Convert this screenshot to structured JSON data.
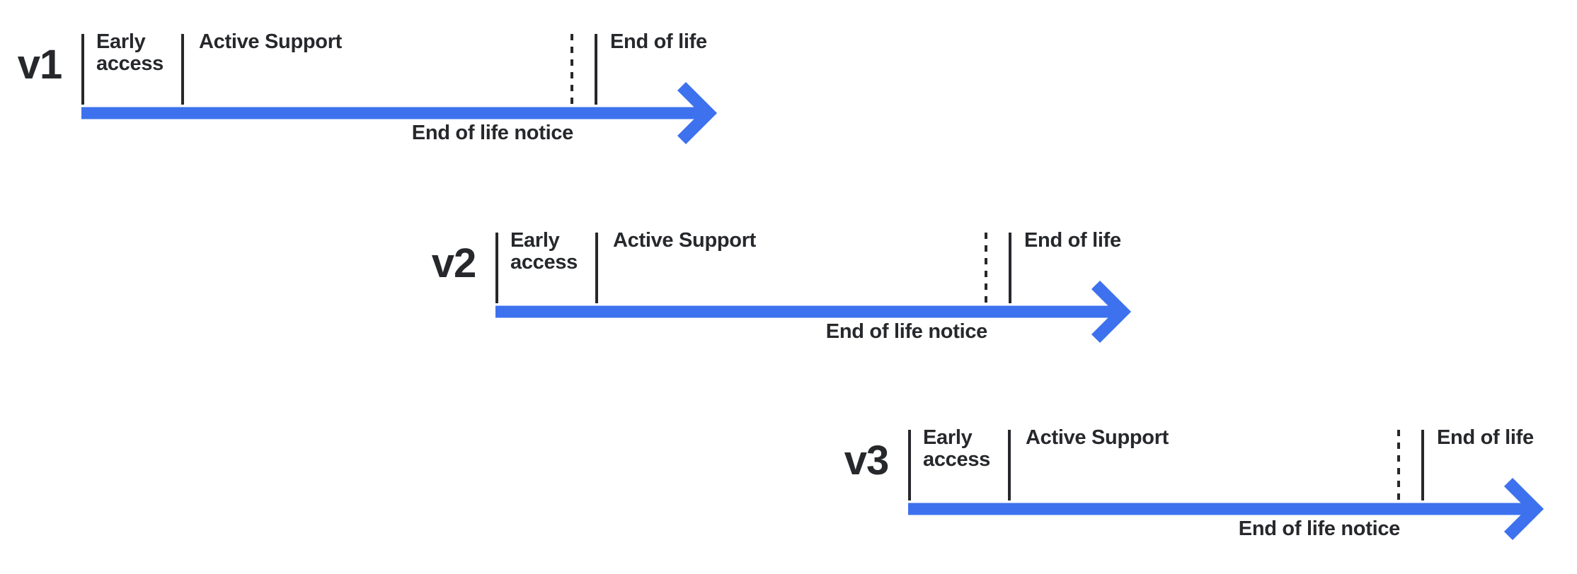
{
  "diagram": {
    "background_color": "#FFFFFF",
    "accent_color": "#3D71EE",
    "line_color": "#26282B",
    "text_color": "#26282B",
    "timelines": [
      {
        "version": "v1",
        "phases": {
          "early_access": "Early access",
          "active_support": "Active Support",
          "end_of_life": "End of life",
          "end_of_life_notice": "End of life notice"
        }
      },
      {
        "version": "v2",
        "phases": {
          "early_access": "Early access",
          "active_support": "Active Support",
          "end_of_life": "End of life",
          "end_of_life_notice": "End of life notice"
        }
      },
      {
        "version": "v3",
        "phases": {
          "early_access": "Early access",
          "active_support": "Active Support",
          "end_of_life": "End of life",
          "end_of_life_notice": "End of life notice"
        }
      }
    ]
  }
}
